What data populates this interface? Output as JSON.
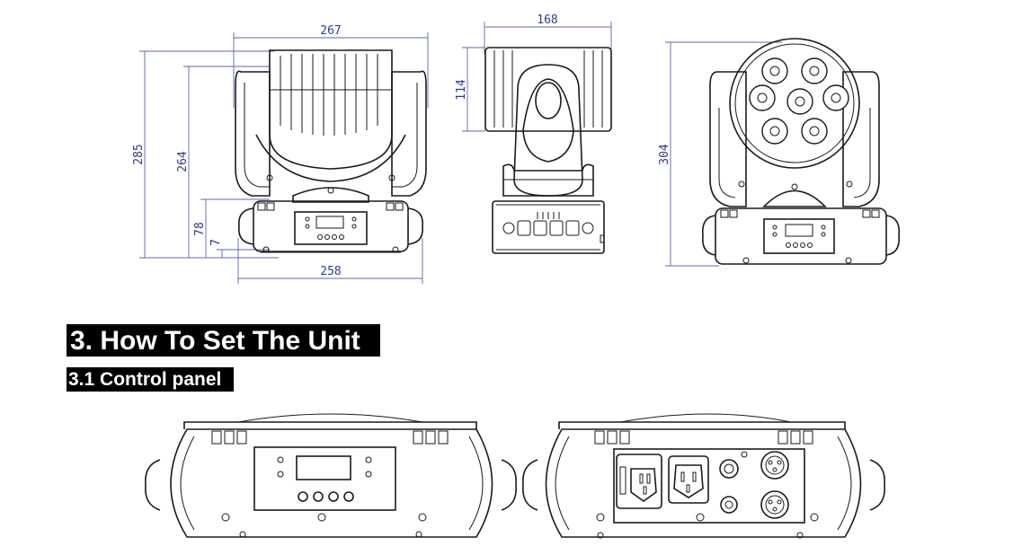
{
  "dimensions": {
    "front_width": "267",
    "front_height": "285",
    "arm_height": "264",
    "base_height": "78",
    "base_foot": "7",
    "base_width": "258",
    "side_width": "168",
    "head_depth": "114",
    "lens_height": "304"
  },
  "headings": {
    "section": "3. How To Set The Unit",
    "subsection": "3.1 Control panel"
  },
  "colors": {
    "dimension_text": "#2d3d8a",
    "line": "#1a1a1a",
    "heading_bg": "#000000",
    "heading_text": "#ffffff"
  }
}
